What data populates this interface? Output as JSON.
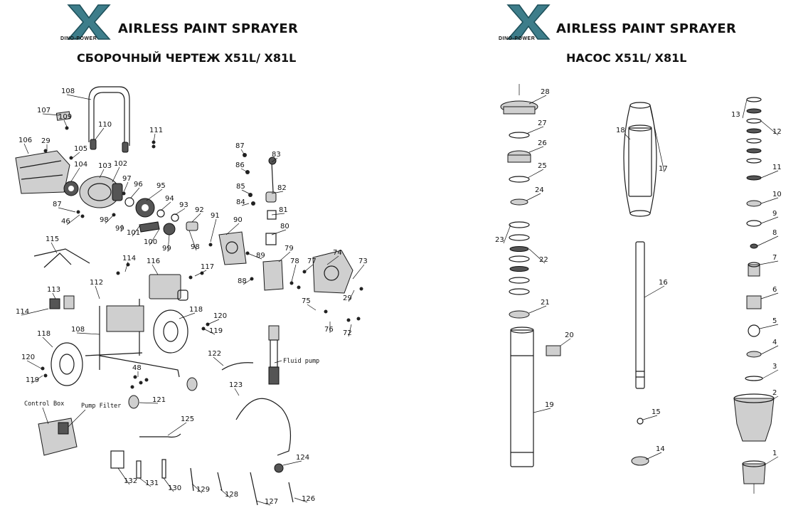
{
  "brand": {
    "logo_letter": "X",
    "logo_sub": "DINO-POWER",
    "title": "AIRLESS PAINT SPRAYER",
    "accent_color": "#3d7d8a"
  },
  "left_panel": {
    "subtitle": "СБОРОЧНЫЙ ЧЕРТЕЖ X51L/ X81L",
    "text_labels": [
      "Control Box",
      "Pump Filter",
      "Fluid pump"
    ],
    "part_numbers": [
      "108",
      "107",
      "109",
      "110",
      "111",
      "106",
      "29",
      "105",
      "104",
      "103",
      "102",
      "97",
      "96",
      "95",
      "94",
      "93",
      "92",
      "91",
      "87",
      "46",
      "98",
      "99",
      "101",
      "100",
      "99",
      "98",
      "90",
      "87",
      "86",
      "83",
      "85",
      "84",
      "82",
      "81",
      "80",
      "115",
      "114",
      "116",
      "117",
      "112",
      "113",
      "114",
      "108",
      "118",
      "118",
      "120",
      "119",
      "120",
      "119",
      "48",
      "121",
      "122",
      "89",
      "79",
      "88",
      "78",
      "77",
      "74",
      "73",
      "75",
      "29",
      "76",
      "72",
      "123",
      "125",
      "124",
      "132",
      "131",
      "130",
      "129",
      "128",
      "127",
      "126"
    ]
  },
  "right_panel": {
    "subtitle": "НАСОС X51L/ X81L",
    "part_numbers": [
      "28",
      "27",
      "26",
      "25",
      "24",
      "23",
      "22",
      "21",
      "20",
      "19",
      "18",
      "17",
      "16",
      "15",
      "14",
      "13",
      "12",
      "11",
      "10",
      "9",
      "8",
      "7",
      "6",
      "5",
      "4",
      "3",
      "2",
      "1"
    ]
  }
}
